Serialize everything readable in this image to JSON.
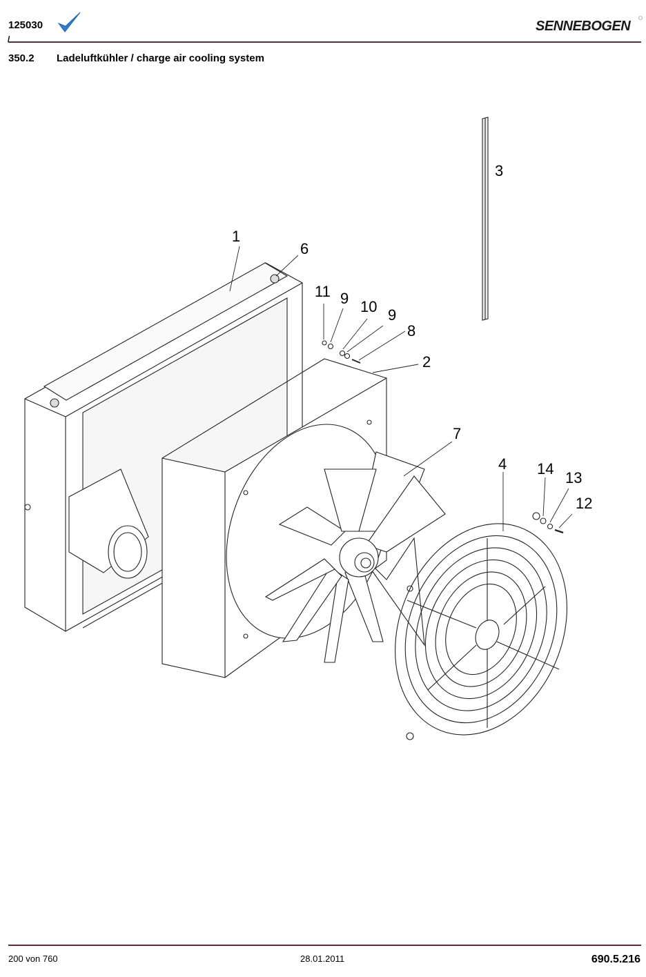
{
  "header": {
    "doc_number": "125030",
    "slash": "/",
    "logo_text": "SENNEBOGEN",
    "brand_color": "#1a1a1a",
    "check_icon": "checkmark-icon",
    "check_color": "#2f7fd0"
  },
  "section": {
    "number": "350.2",
    "title": "Ladeluftkühler / charge air cooling system"
  },
  "drawing": {
    "callouts": [
      "1",
      "2",
      "3",
      "4",
      "6",
      "7",
      "8",
      "9",
      "9",
      "10",
      "11",
      "12",
      "13",
      "14"
    ]
  },
  "footer": {
    "page_count": "200 von 760",
    "date": "28.01.2011",
    "reference": "690.5.216"
  }
}
